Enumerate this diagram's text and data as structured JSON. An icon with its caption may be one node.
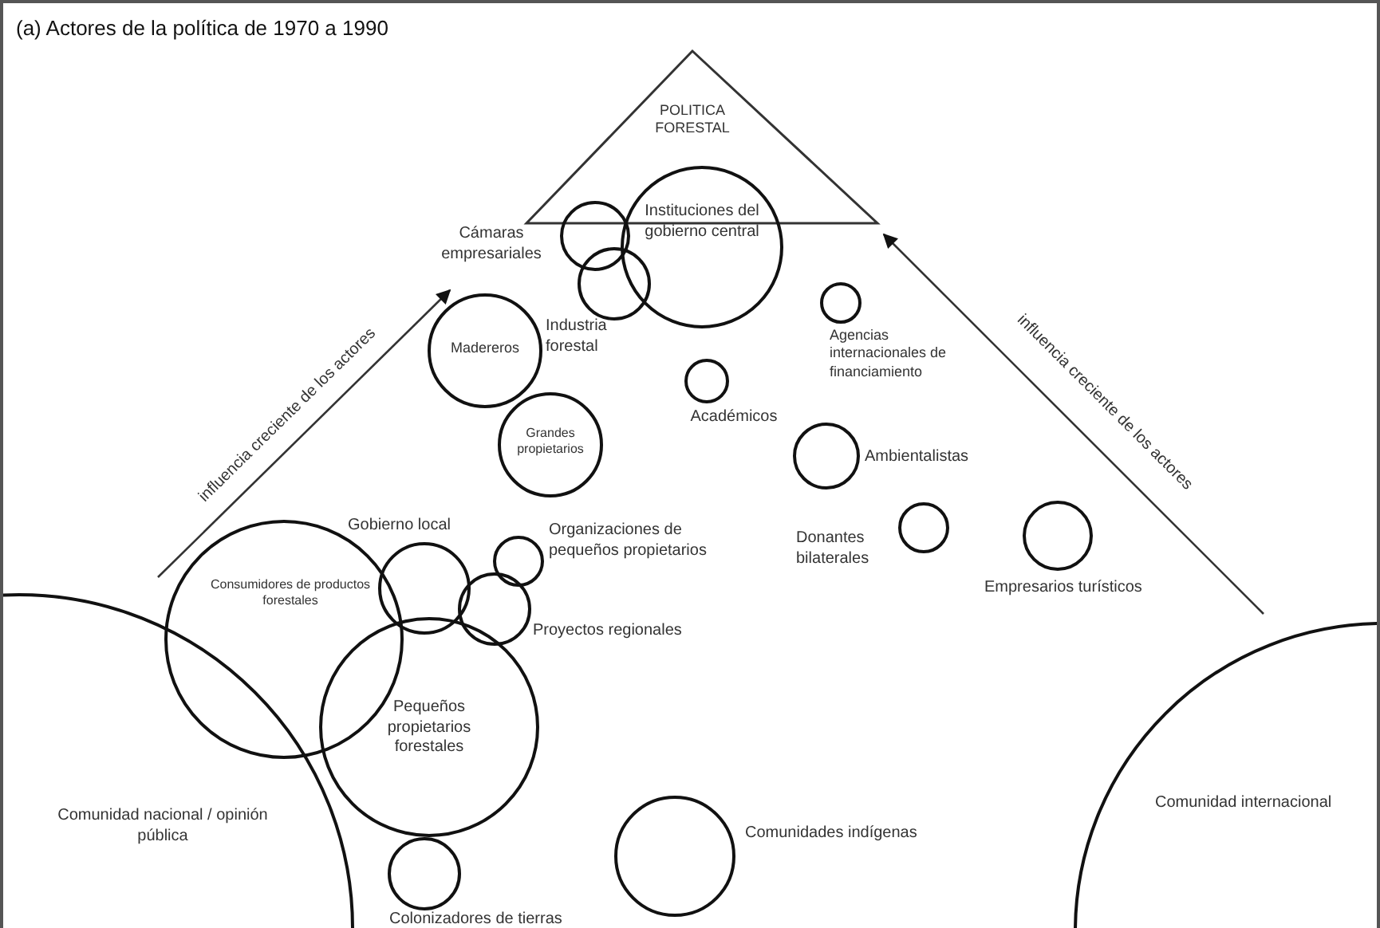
{
  "diagram": {
    "title": "(a) Actores de la política de 1970 a 1990",
    "nodes": [
      {
        "text": [
          "POLITICA FORESTAL"
        ]
      },
      {
        "text": [
          "Cámaras empresariales"
        ]
      },
      {
        "text": [
          "Instituciones del gobierno central"
        ]
      },
      {
        "text": [
          "Industria forestal"
        ]
      },
      {
        "text": [
          "Madereros"
        ]
      },
      {
        "text": [
          "Agencias internacionales de financiamiento"
        ]
      },
      {
        "text": [
          "Académicos"
        ]
      },
      {
        "text": [
          "Grandes propietarios"
        ]
      },
      {
        "text": [
          "Ambientalistas"
        ]
      },
      {
        "text": [
          "Gobierno local"
        ]
      },
      {
        "text": [
          "Organizaciones de pequeños propietarios"
        ]
      },
      {
        "text": [
          "Donantes bilaterales"
        ]
      },
      {
        "text": [
          "Empresarios turísticos"
        ]
      },
      {
        "text": [
          "Consumidores de productos forestales"
        ]
      },
      {
        "text": [
          "Proyectos regionales"
        ]
      },
      {
        "text": [
          "Pequeños propietarios forestales"
        ]
      },
      {
        "text": [
          "Comunidad nacional / opinión pública"
        ]
      },
      {
        "text": [
          "Comunidades indígenas"
        ]
      },
      {
        "text": [
          "Comunidad internacional"
        ]
      },
      {
        "text": [
          "Colonizadores de tierras"
        ]
      }
    ],
    "labels": [
      "influencia creciente de los actores",
      "influencia creciente de los actores"
    ]
  }
}
